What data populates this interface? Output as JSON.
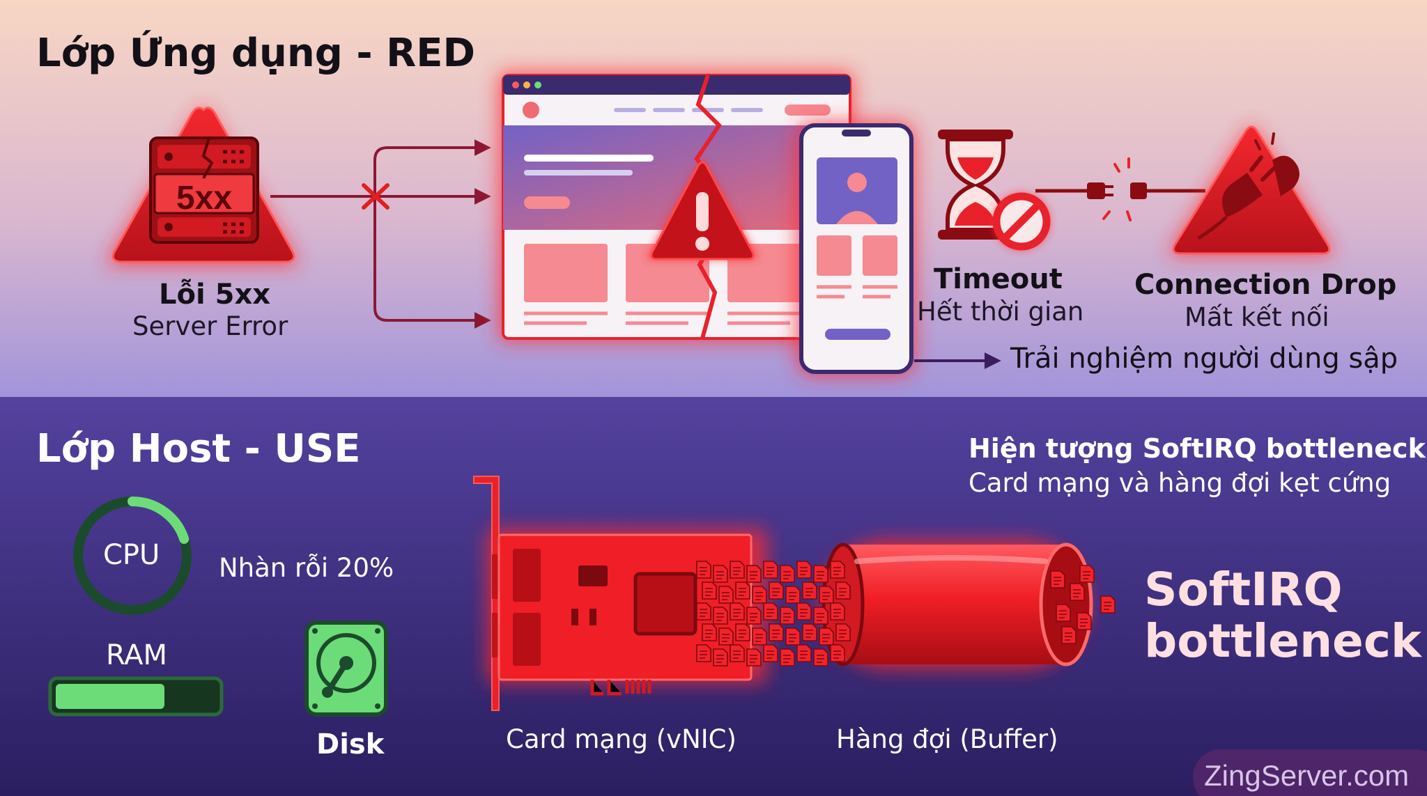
{
  "red_layer": {
    "title": "Lớp Ứng dụng - RED",
    "server_badge": "5xx",
    "error5xx": {
      "title": "Lỗi 5xx",
      "subtitle": "Server Error"
    },
    "timeout": {
      "title": "Timeout",
      "subtitle": "Hết thời gian"
    },
    "connection_drop": {
      "title": "Connection Drop",
      "subtitle": "Mất kết nối"
    },
    "ux_collapse": "Trải nghiệm người dùng sập"
  },
  "use_layer": {
    "title": "Lớp Host - USE",
    "cpu": {
      "label": "CPU",
      "status": "Nhàn rỗi 20%",
      "utilization": 0.2
    },
    "ram": {
      "label": "RAM",
      "fill": 0.68
    },
    "disk": {
      "label": "Disk"
    },
    "phenomenon": {
      "title": "Hiện tượng SoftIRQ bottleneck:",
      "subtitle": "Card mạng và hàng đợi kẹt cứng"
    },
    "nic_label": "Card mạng (vNIC)",
    "buffer_label": "Hàng đợi (Buffer)",
    "softirq_line1": "SoftIRQ",
    "softirq_line2": "bottleneck"
  },
  "watermark": "ZingServer.com",
  "colors": {
    "alert_red": "#e8212a",
    "dark_red": "#8a0c12",
    "purple": "#3e2a7e",
    "ram_green": "#6cdc78",
    "top_bg_top": "#f6d0c0",
    "top_bg_bottom": "#a597dc",
    "bottom_bg_top": "#4e3d9a",
    "bottom_bg_bottom": "#2c1f62"
  },
  "icons": [
    "server-icon",
    "warning-icon",
    "hourglass-icon",
    "prohibited-icon",
    "unplugged-plug-icon",
    "browser-window-icon",
    "smartphone-icon",
    "cpu-ring-icon",
    "disk-icon",
    "network-card-icon",
    "packet-icon"
  ]
}
